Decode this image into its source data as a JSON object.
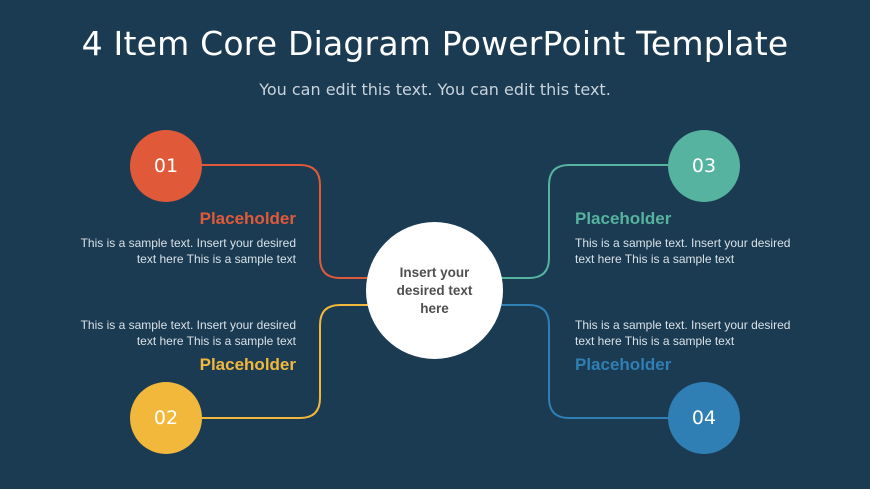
{
  "title": "4 Item Core Diagram PowerPoint Template",
  "subtitle": "You can edit this text. You can edit this text.",
  "center_text": "Insert your desired text here",
  "colors": {
    "background": "#1b3b52",
    "item1": "#e05a3a",
    "item2": "#f1b83c",
    "item3": "#56b39f",
    "item4": "#2f7fb4"
  },
  "items": [
    {
      "number": "01",
      "heading": "Placeholder",
      "text_line1": "This is a sample text. Insert your desired",
      "text_line2": "text here This is a sample text"
    },
    {
      "number": "02",
      "heading": "Placeholder",
      "text_line1": "This is a sample text. Insert your desired",
      "text_line2": "text here This is a sample text"
    },
    {
      "number": "03",
      "heading": "Placeholder",
      "text_line1": "This is a sample text. Insert your desired",
      "text_line2": "text here This is a sample text"
    },
    {
      "number": "04",
      "heading": "Placeholder",
      "text_line1": "This is a sample text. Insert your desired",
      "text_line2": "text here This is a sample text"
    }
  ]
}
